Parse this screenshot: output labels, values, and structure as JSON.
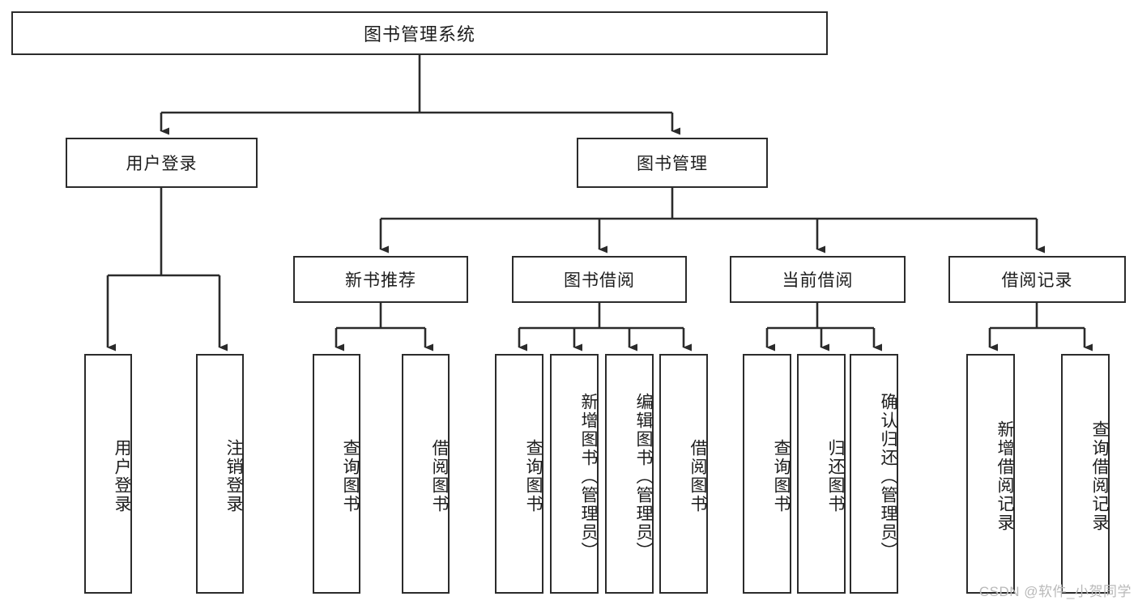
{
  "diagram": {
    "title": "图书管理系统",
    "type": "tree-hierarchy-chart",
    "colors": {
      "box_border": "#2b2b2b",
      "box_fill": "#ffffff",
      "connector": "#2b2b2b",
      "text": "#1d1d1d",
      "watermark": "#b9b9b9"
    },
    "root": {
      "label": "图书管理系统"
    },
    "level2": [
      {
        "label": "用户登录"
      },
      {
        "label": "图书管理"
      }
    ],
    "level3": [
      {
        "label": "新书推荐"
      },
      {
        "label": "图书借阅"
      },
      {
        "label": "当前借阅"
      },
      {
        "label": "借阅记录"
      }
    ],
    "leaves_user_login": [
      {
        "label": "用户登录"
      },
      {
        "label": "注销登录"
      }
    ],
    "leaves_new_book": [
      {
        "label": "查询图书"
      },
      {
        "label": "借阅图书"
      }
    ],
    "leaves_book_borrow": [
      {
        "label": "查询图书"
      },
      {
        "label": "新增图书（管理员）"
      },
      {
        "label": "编辑图书（管理员）"
      },
      {
        "label": "借阅图书"
      }
    ],
    "leaves_current_borrow": [
      {
        "label": "查询图书"
      },
      {
        "label": "归还图书"
      },
      {
        "label": "确认归还（管理员）"
      }
    ],
    "leaves_borrow_record": [
      {
        "label": "新增借阅记录"
      },
      {
        "label": "查询借阅记录"
      }
    ],
    "watermark": "CSDN @软件_小贺同学"
  }
}
